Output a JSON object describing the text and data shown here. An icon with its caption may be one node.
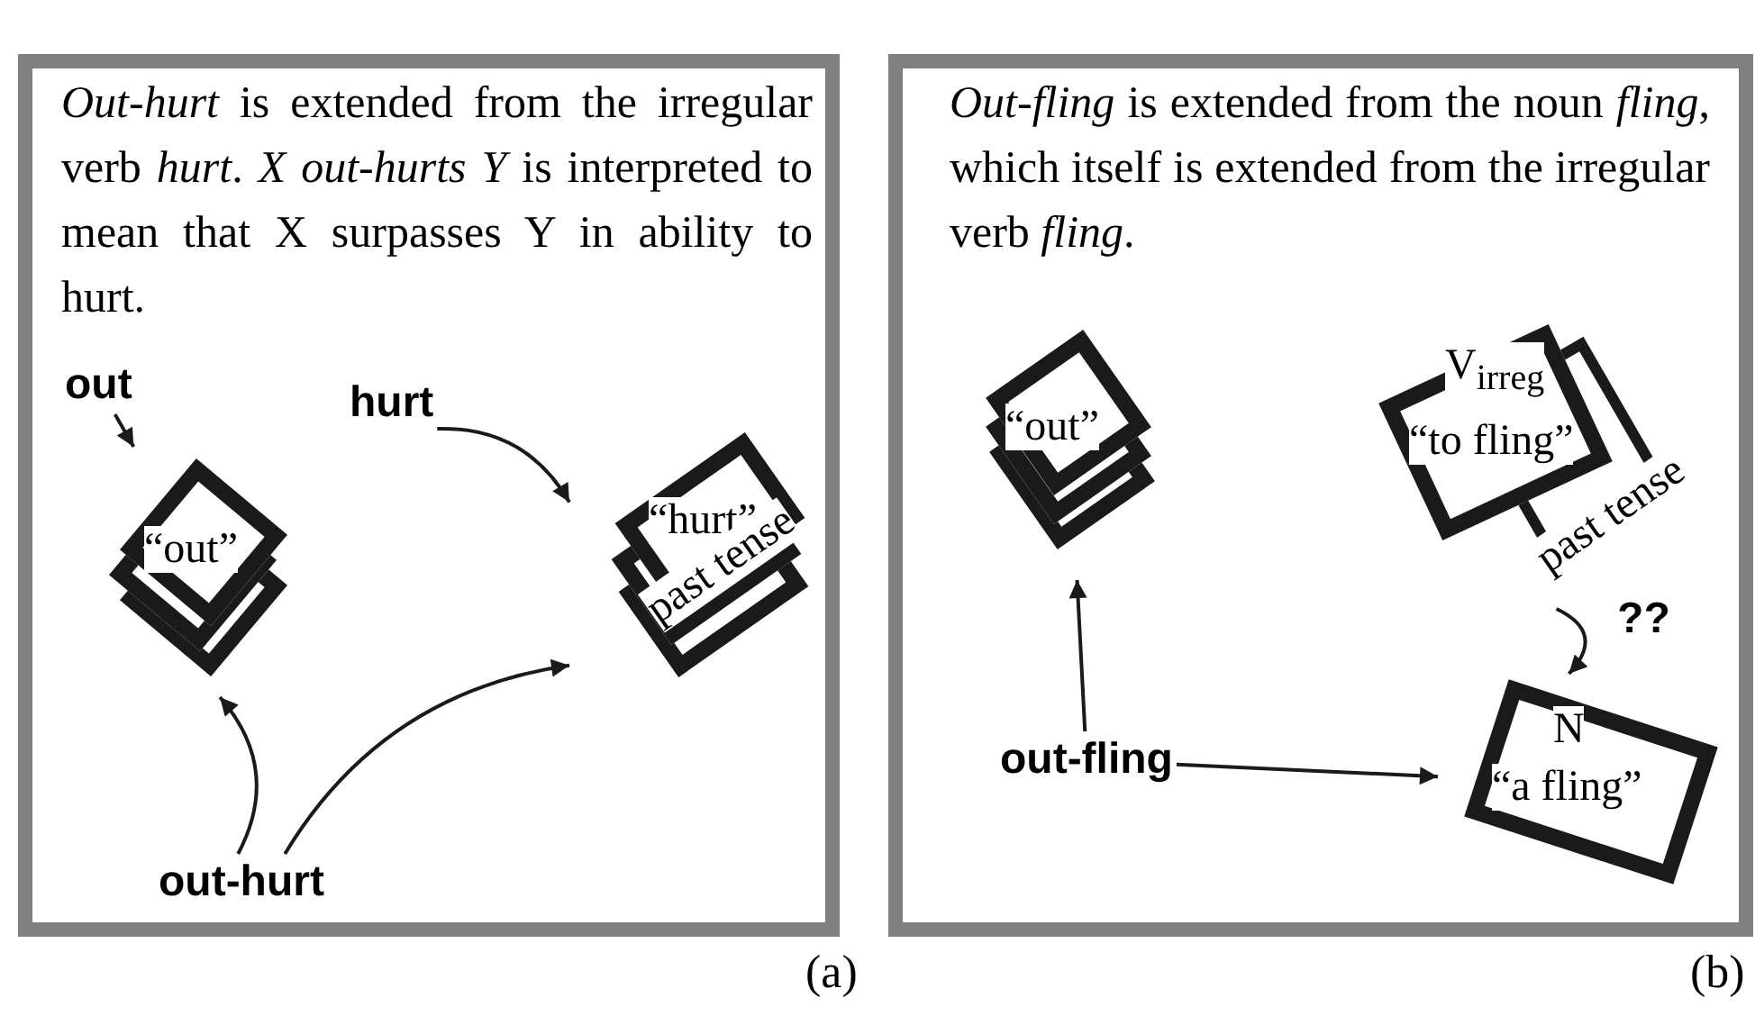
{
  "diagram": {
    "nodes": [
      {
        "text": [
          "*Out-hurt* is extended from the irregular verb *hurt*.  *X out-hurts Y* is interpreted to mean that X surpasses Y in ability to hurt."
        ]
      },
      {
        "text": [
          "out"
        ],
        "in": 0
      },
      {
        "text": [
          "“out”"
        ],
        "in": 0
      },
      {
        "text": [
          "hurt"
        ],
        "in": 0
      },
      {
        "text": [
          "“hurt”",
          "past tense"
        ],
        "in": 0
      },
      {
        "text": [
          "out-hurt"
        ],
        "in": 0
      },
      {
        "text": [
          "*Out-fling* is extended from the noun *fling*, which itself is extended from the irregular verb *fling*."
        ]
      },
      {
        "text": [
          "“out”"
        ],
        "in": 6
      },
      {
        "text": [
          "V$_{irreg}$",
          "“to fling”",
          "past tense"
        ],
        "in": 6
      },
      {
        "text": [
          "N",
          "“a fling”"
        ],
        "in": 6
      },
      {
        "text": [
          "out-fling"
        ],
        "in": 6
      }
    ],
    "edges": [
      {
        "from": 1,
        "to": 2,
        "arrow": "to"
      },
      {
        "from": 3,
        "to": 4,
        "arrow": "to"
      },
      {
        "from": 5,
        "to": 2,
        "arrow": "to"
      },
      {
        "from": 5,
        "to": 4,
        "arrow": "to"
      },
      {
        "from": 10,
        "to": 7,
        "arrow": "to"
      },
      {
        "from": 10,
        "to": 9,
        "arrow": "to"
      },
      {
        "from": 8,
        "to": 9,
        "arrow": "to",
        "label": "??"
      }
    ],
    "labels": [
      "(a)",
      "(b)"
    ]
  }
}
